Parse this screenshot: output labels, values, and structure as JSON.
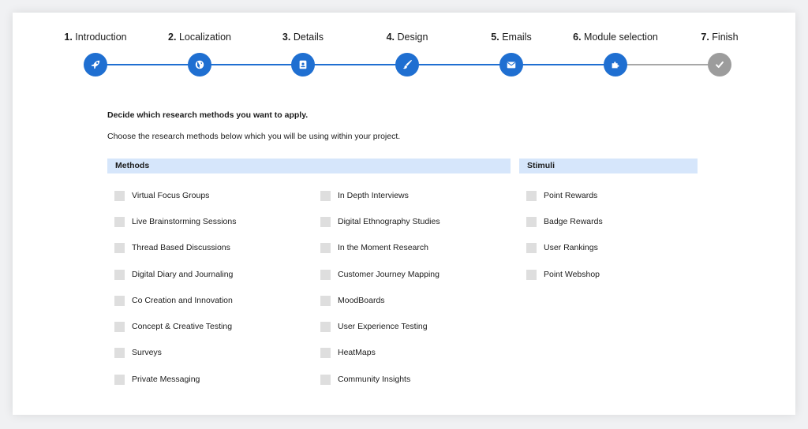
{
  "stepper": {
    "steps": [
      {
        "num": "1.",
        "label": "Introduction",
        "icon": "rocket-icon",
        "state": "done"
      },
      {
        "num": "2.",
        "label": "Localization",
        "icon": "globe-icon",
        "state": "done"
      },
      {
        "num": "3.",
        "label": "Details",
        "icon": "contact-card-icon",
        "state": "done"
      },
      {
        "num": "4.",
        "label": "Design",
        "icon": "paintbrush-icon",
        "state": "done"
      },
      {
        "num": "5.",
        "label": "Emails",
        "icon": "envelope-icon",
        "state": "done"
      },
      {
        "num": "6.",
        "label": "Module selection",
        "icon": "puzzle-icon",
        "state": "done"
      },
      {
        "num": "7.",
        "label": "Finish",
        "icon": "checkmark-icon",
        "state": "todo"
      }
    ]
  },
  "content": {
    "heading": "Decide which research methods you want to apply.",
    "subtext": "Choose the research methods below which you will be using within your project."
  },
  "methods": {
    "title": "Methods",
    "col1": [
      "Virtual Focus Groups",
      "Live Brainstorming Sessions",
      "Thread Based Discussions",
      "Digital Diary and Journaling",
      "Co Creation and Innovation",
      "Concept & Creative Testing",
      "Surveys",
      "Private Messaging"
    ],
    "col2": [
      "In Depth Interviews",
      "Digital Ethnography Studies",
      "In the Moment Research",
      "Customer Journey Mapping",
      "MoodBoards",
      "User Experience Testing",
      "HeatMaps",
      "Community Insights"
    ]
  },
  "stimuli": {
    "title": "Stimuli",
    "items": [
      "Point Rewards",
      "Badge Rewards",
      "User Rankings",
      "Point Webshop"
    ]
  },
  "colors": {
    "accent": "#1f6fd1",
    "inactive": "#9c9c9c",
    "section_bg": "#d6e6fb",
    "checkbox": "#dedede"
  }
}
